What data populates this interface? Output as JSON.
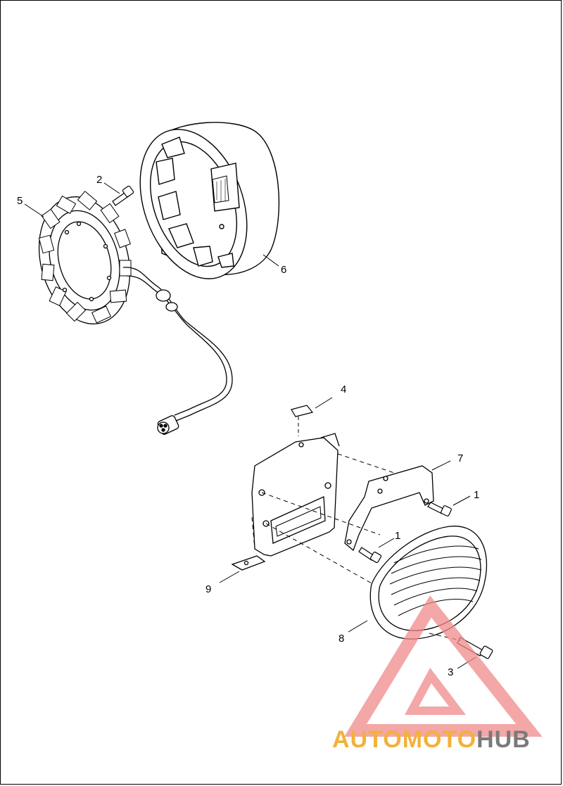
{
  "callouts": [
    {
      "id": "1a",
      "label": "1"
    },
    {
      "id": "1b",
      "label": "1"
    },
    {
      "id": "2",
      "label": "2"
    },
    {
      "id": "3",
      "label": "3"
    },
    {
      "id": "4",
      "label": "4"
    },
    {
      "id": "5",
      "label": "5"
    },
    {
      "id": "6",
      "label": "6"
    },
    {
      "id": "7",
      "label": "7"
    },
    {
      "id": "8",
      "label": "8"
    },
    {
      "id": "9",
      "label": "9"
    }
  ],
  "watermark": {
    "part1": "AUTOMOTO",
    "part2": "HUB",
    "color_primary": "#f3b13a",
    "color_secondary": "#7a7a7a",
    "triangle_color": "#f08a8a"
  }
}
